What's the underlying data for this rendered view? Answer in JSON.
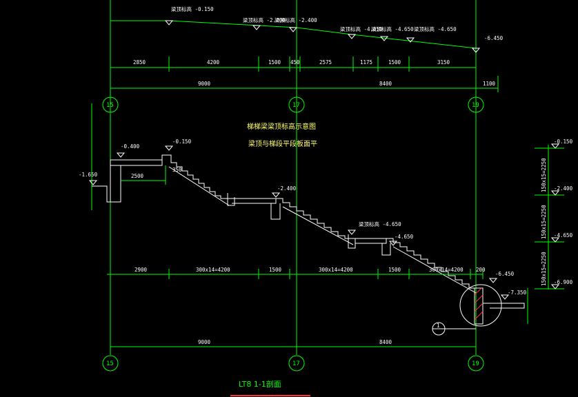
{
  "colors": {
    "background": "#000000",
    "lines": "#00ff00",
    "text": "#ffffff",
    "note": "#ffff66",
    "cut": "#ff3333"
  },
  "title": "LT8 1-1剖面",
  "note": {
    "line1": "梯梯梁梁顶标高示意图",
    "line2": "梁顶与梯段平段板面平"
  },
  "grid_axes": {
    "left": "15",
    "middle": "17",
    "right": "19"
  },
  "top_dims": [
    "2850",
    "4200",
    "1500",
    "450",
    "2575",
    "1175",
    "1500",
    "3150"
  ],
  "top_totals": [
    "9000",
    "8400",
    "1100"
  ],
  "top_levels": [
    {
      "text": "梁顶标高 -0.150"
    },
    {
      "text": "梁顶标高 -2.400"
    },
    {
      "text": "梁顶标高 -2.400"
    },
    {
      "text": "梁顶标高 -4.650"
    },
    {
      "text": "梁顶标高 -4.650"
    },
    {
      "text": "梁顶标高 -4.650"
    },
    {
      "text": "-6.450"
    }
  ],
  "section_levels": {
    "far_left": "-1.650",
    "landing_left": "-0.400",
    "landing_top": "-0.150",
    "mid1": "-2.400",
    "mid2": "梁顶标高 -4.650",
    "mid3": "-4.650",
    "end": "-6.450",
    "bottom": "-7.350"
  },
  "section_small_dims": {
    "landing_width": "2500",
    "step_height": "350"
  },
  "bottom_dims": [
    "2900",
    "300x14=4200",
    "1500",
    "300x14=4200",
    "1500",
    "300x14=4200",
    "200"
  ],
  "bottom_totals": [
    "9000",
    "8400"
  ],
  "right_levels": [
    "-0.150",
    "-2.400",
    "-4.650",
    "-6.900"
  ],
  "right_dims": [
    "150x15=2250",
    "150x15=2250",
    "150x15=2250"
  ],
  "detail_marker": "1"
}
